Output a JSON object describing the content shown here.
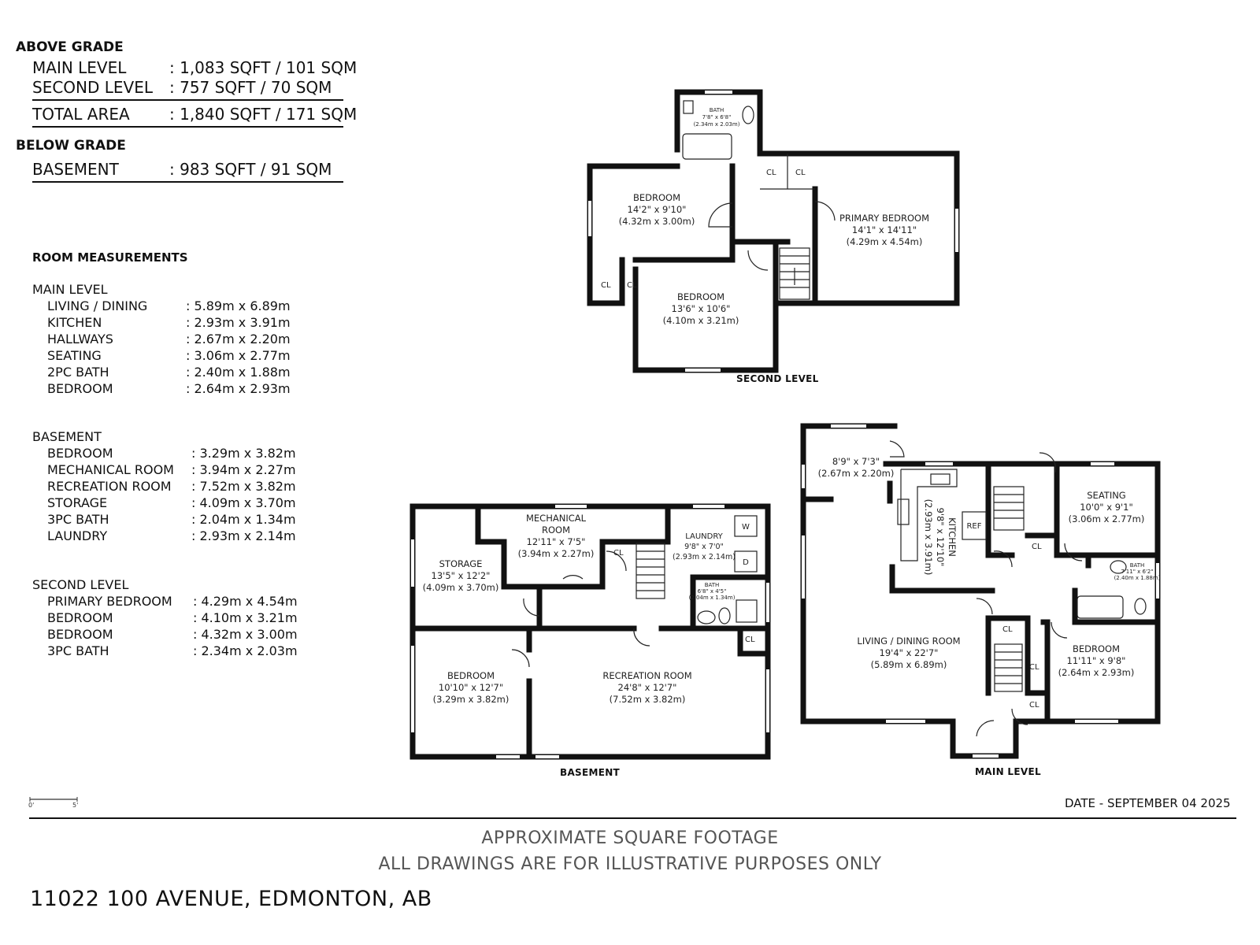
{
  "area_summary": {
    "above_grade_heading": "ABOVE GRADE",
    "main_level": {
      "label": "MAIN LEVEL",
      "value": ": 1,083 SQFT / 101 SQM"
    },
    "second_level": {
      "label": "SECOND LEVEL",
      "value": ": 757 SQFT / 70 SQM"
    },
    "total_area": {
      "label": "TOTAL AREA",
      "value": ": 1,840 SQFT / 171 SQM"
    },
    "below_grade_heading": "BELOW GRADE",
    "basement": {
      "label": "BASEMENT",
      "value": ": 983 SQFT / 91 SQM"
    }
  },
  "room_measurements": {
    "title": "ROOM MEASUREMENTS",
    "main_level": {
      "heading": "MAIN LEVEL",
      "rows": [
        {
          "name": "LIVING / DINING",
          "value": ": 5.89m x 6.89m"
        },
        {
          "name": "KITCHEN",
          "value": ": 2.93m x 3.91m"
        },
        {
          "name": "HALLWAYS",
          "value": ": 2.67m x 2.20m"
        },
        {
          "name": "SEATING",
          "value": ": 3.06m x 2.77m"
        },
        {
          "name": "2PC BATH",
          "value": ": 2.40m x 1.88m"
        },
        {
          "name": "BEDROOM",
          "value": ": 2.64m x 2.93m"
        }
      ]
    },
    "basement": {
      "heading": "BASEMENT",
      "rows": [
        {
          "name": "BEDROOM",
          "value": ": 3.29m x 3.82m"
        },
        {
          "name": "MECHANICAL ROOM",
          "value": ": 3.94m x 2.27m"
        },
        {
          "name": "RECREATION ROOM",
          "value": ": 7.52m x 3.82m"
        },
        {
          "name": "STORAGE",
          "value": ": 4.09m x 3.70m"
        },
        {
          "name": "3PC BATH",
          "value": ": 2.04m x 1.34m"
        },
        {
          "name": "LAUNDRY",
          "value": ": 2.93m x 2.14m"
        }
      ]
    },
    "second_level": {
      "heading": "SECOND LEVEL",
      "rows": [
        {
          "name": "PRIMARY BEDROOM",
          "value": ": 4.29m x 4.54m"
        },
        {
          "name": "BEDROOM",
          "value": ": 4.10m x 3.21m"
        },
        {
          "name": "BEDROOM",
          "value": ": 4.32m x 3.00m"
        },
        {
          "name": "3PC BATH",
          "value": ": 2.34m x 2.03m"
        }
      ]
    }
  },
  "plans": {
    "second_level": {
      "label": "SECOND LEVEL",
      "bath": {
        "name": "BATH",
        "imperial": "7'8\" x 6'8\"",
        "metric": "(2.34m x 2.03m)"
      },
      "bedroom_a": {
        "name": "BEDROOM",
        "imperial": "14'2\" x 9'10\"",
        "metric": "(4.32m x 3.00m)"
      },
      "bedroom_b": {
        "name": "BEDROOM",
        "imperial": "13'6\" x 10'6\"",
        "metric": "(4.10m x 3.21m)"
      },
      "primary": {
        "name": "PRIMARY BEDROOM",
        "imperial": "14'1\" x 14'11\"",
        "metric": "(4.29m x 4.54m)"
      },
      "closet": "CL"
    },
    "basement": {
      "label": "BASEMENT",
      "storage": {
        "name": "STORAGE",
        "imperial": "13'5\" x 12'2\"",
        "metric": "(4.09m x 3.70m)"
      },
      "mechanical": {
        "name": "MECHANICAL",
        "name2": "ROOM",
        "imperial": "12'11\" x 7'5\"",
        "metric": "(3.94m x 2.27m)"
      },
      "laundry": {
        "name": "LAUNDRY",
        "imperial": "9'8\" x 7'0\"",
        "metric": "(2.93m x 2.14m)"
      },
      "bath": {
        "name": "BATH",
        "imperial": "6'8\" x 4'5\"",
        "metric": "(2.04m x 1.34m)"
      },
      "bedroom": {
        "name": "BEDROOM",
        "imperial": "10'10\" x 12'7\"",
        "metric": "(3.29m x 3.82m)"
      },
      "recreation": {
        "name": "RECREATION ROOM",
        "imperial": "24'8\" x 12'7\"",
        "metric": "(7.52m x 3.82m)"
      },
      "washer": "W",
      "dryer": "D",
      "closet": "CL"
    },
    "main_level": {
      "label": "MAIN LEVEL",
      "hall": {
        "imperial": "8'9\" x 7'3\"",
        "metric": "(2.67m x 2.20m)"
      },
      "kitchen": {
        "name": "KITCHEN",
        "imperial": "9'8\" x 12'10\"",
        "metric": "(2.93m x 3.91m)"
      },
      "seating": {
        "name": "SEATING",
        "imperial": "10'0\" x 9'1\"",
        "metric": "(3.06m x 2.77m)"
      },
      "bath": {
        "name": "BATH",
        "imperial": "7'11\" x 6'2\"",
        "metric": "(2.40m x 1.88m)"
      },
      "living": {
        "name": "LIVING / DINING  ROOM",
        "imperial": "19'4\" x 22'7\"",
        "metric": "(5.89m x 6.89m)"
      },
      "bedroom": {
        "name": "BEDROOM",
        "imperial": "11'11\" x 9'8\"",
        "metric": "(2.64m x 2.93m)"
      },
      "fridge": "REF",
      "closet": "CL"
    }
  },
  "scale_bar": {
    "start": "0'",
    "end": "5'"
  },
  "date": "DATE - SEPTEMBER 04 2025",
  "disclaimer_line1": "APPROXIMATE SQUARE FOOTAGE",
  "disclaimer_line2": "ALL DRAWINGS ARE FOR ILLUSTRATIVE PURPOSES ONLY",
  "address": "11022 100 AVENUE, EDMONTON, AB"
}
